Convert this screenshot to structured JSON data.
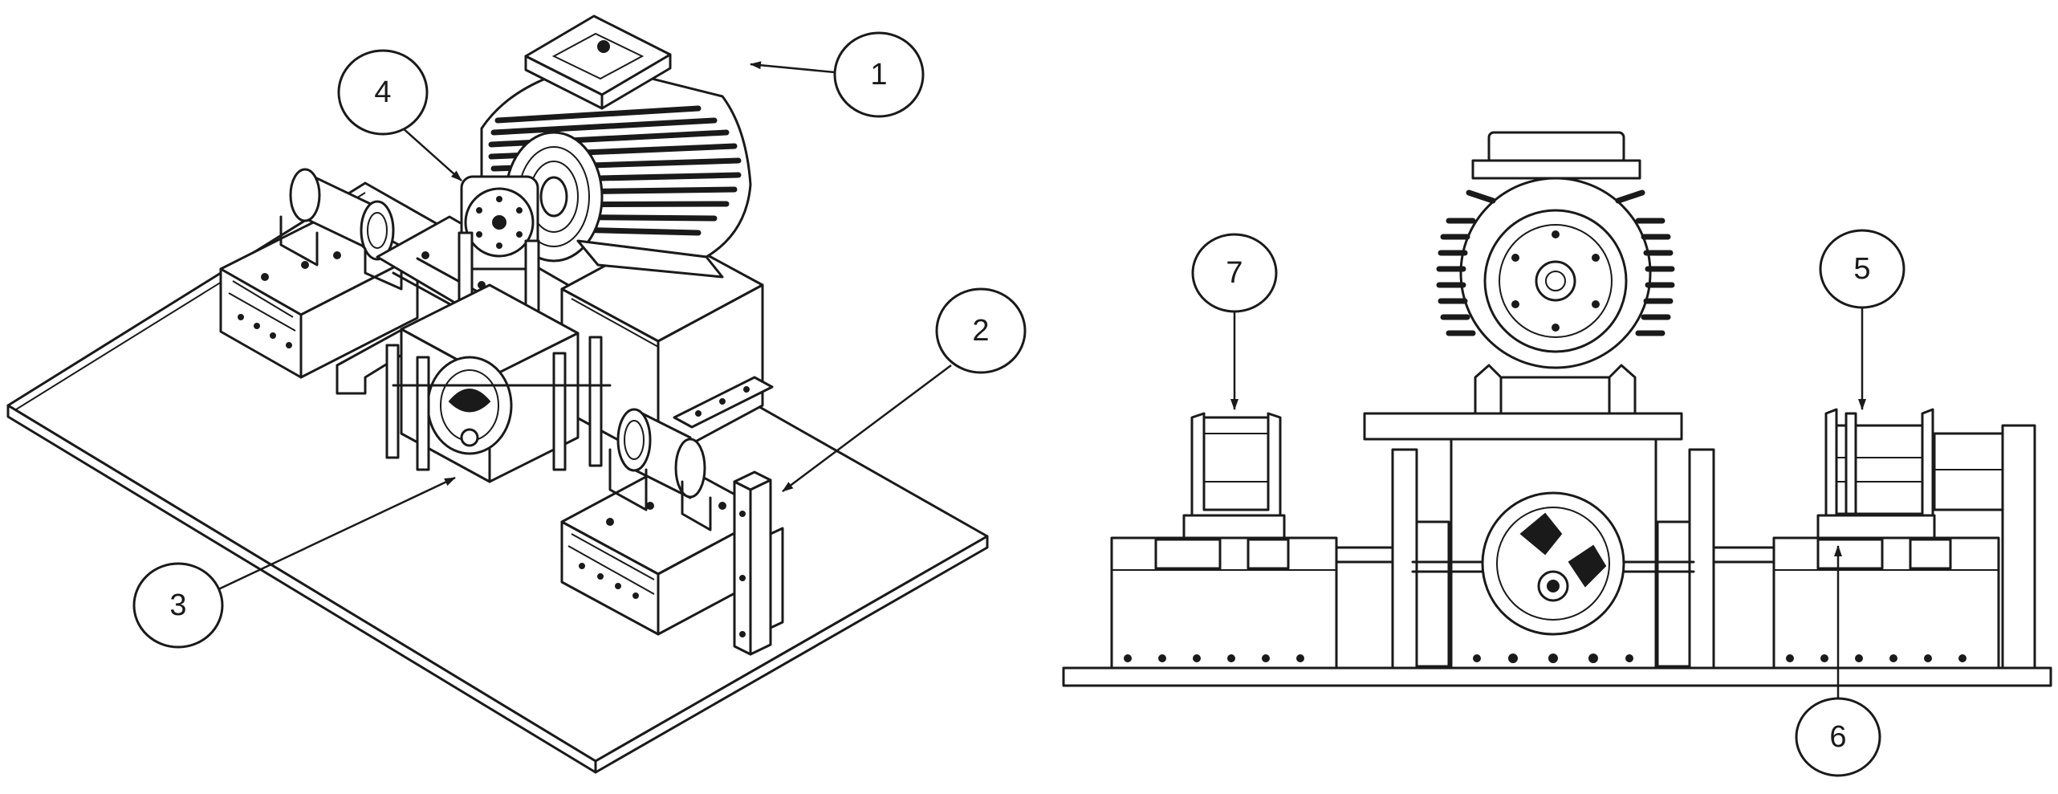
{
  "figure": {
    "views": [
      {
        "name": "isometric-view",
        "callouts": [
          {
            "id": "callout-1",
            "label": "1",
            "part": "motor"
          },
          {
            "id": "callout-2",
            "label": "2",
            "part": "right-support-post"
          },
          {
            "id": "callout-3",
            "label": "3",
            "part": "central-gear-housing"
          },
          {
            "id": "callout-4",
            "label": "4",
            "part": "coupling-flange"
          }
        ]
      },
      {
        "name": "front-view",
        "callouts": [
          {
            "id": "callout-5",
            "label": "5",
            "part": "right-specimen-holder"
          },
          {
            "id": "callout-6",
            "label": "6",
            "part": "right-base-block"
          },
          {
            "id": "callout-7",
            "label": "7",
            "part": "left-specimen-holder"
          }
        ]
      }
    ],
    "colors": {
      "line": "#1a1a1a",
      "background": "#ffffff"
    }
  }
}
